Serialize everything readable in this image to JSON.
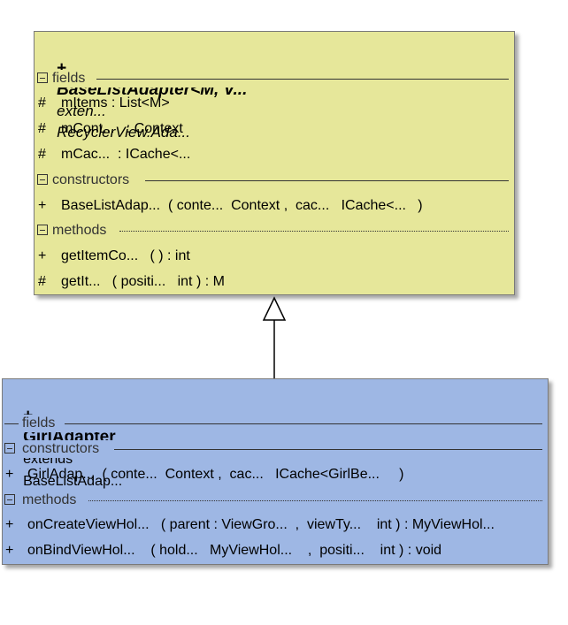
{
  "base_class": {
    "visibility": "+",
    "name": "BaseListAdapter<M, V...",
    "extends_kw": "exten...",
    "parent": "RecyclerView.Ada...",
    "sections": {
      "fields": "fields",
      "constructors": "constructors",
      "methods": "methods"
    },
    "fields": [
      {
        "vis": "#",
        "text": "mItems : List<M>"
      },
      {
        "vis": "#",
        "text": "mCont...   : Context"
      },
      {
        "vis": "#",
        "text": "mCac...  : ICache<..."
      }
    ],
    "constructors": [
      {
        "vis": "+",
        "text": "BaseListAdap...  ( conte...  Context ,  cac...   ICache<...   )"
      }
    ],
    "methods": [
      {
        "vis": "+",
        "text": "getItemCo...   ( ) : int"
      },
      {
        "vis": "#",
        "text": "getIt...   ( positi...   int ) : M"
      }
    ]
  },
  "girl_class": {
    "visibility": "+",
    "name": "GirlAdapter",
    "extends_kw": "extends",
    "parent": "BaseListAdap...",
    "sections": {
      "fields": "fields",
      "constructors": "constructors",
      "methods": "methods"
    },
    "constructors": [
      {
        "vis": "+",
        "text": "GirlAdap...  ( conte...  Context ,  cac...   ICache<GirlBe...     )"
      }
    ],
    "methods": [
      {
        "vis": "+",
        "text": "onCreateViewHol...   ( parent : ViewGro...  ,  viewTy...    int ) : MyViewHol..."
      },
      {
        "vis": "+",
        "text": "onBindViewHol...    ( hold...   MyViewHol...    ,  positi...    int ) : void"
      }
    ]
  },
  "colors": {
    "base_fill": "#e6e79a",
    "girl_fill": "#9eb7e4",
    "border": "#7a7a7a"
  }
}
